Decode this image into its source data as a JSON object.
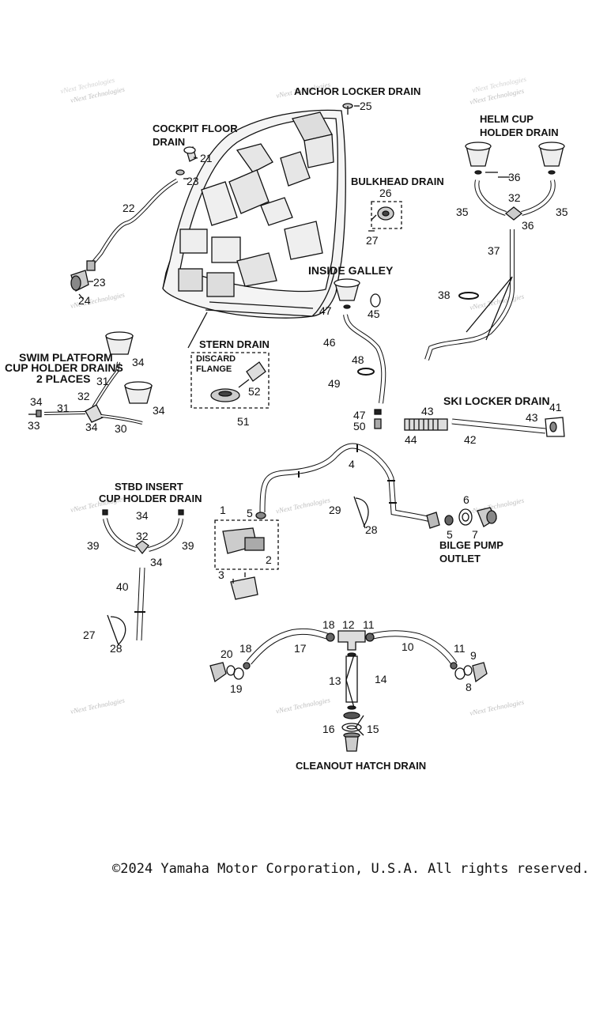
{
  "diagram": {
    "watermark_text": "vNext Technologies",
    "section_labels": {
      "anchor_locker": "ANCHOR LOCKER DRAIN",
      "cockpit_floor_1": "COCKPIT FLOOR",
      "cockpit_floor_2": "DRAIN",
      "helm_cup_1": "HELM CUP",
      "helm_cup_2": "HOLDER DRAIN",
      "bulkhead": "BULKHEAD DRAIN",
      "inside_galley": "INSIDE GALLEY",
      "stern_drain": "STERN DRAIN",
      "discard_1": "DISCARD",
      "discard_2": "FLANGE",
      "swim_platform_1": "SWIM PLATFORM",
      "swim_platform_2": "CUP HOLDER DRAINS",
      "swim_platform_3": "2 PLACES",
      "ski_locker": "SKI LOCKER DRAIN",
      "stbd_insert_1": "STBD INSERT",
      "stbd_insert_2": "CUP HOLDER DRAIN",
      "bilge_pump_1": "BILGE PUMP",
      "bilge_pump_2": "OUTLET",
      "cleanout": "CLEANOUT HATCH DRAIN"
    },
    "callouts": {
      "n25": "25",
      "n21": "21",
      "n23a": "23",
      "n22": "22",
      "n23b": "23",
      "n24": "24",
      "n36a": "36",
      "n32a": "32",
      "n35a": "35",
      "n35b": "35",
      "n36b": "36",
      "n37": "37",
      "n38": "38",
      "n26": "26",
      "n27a": "27",
      "n47a": "47",
      "n45": "45",
      "n46": "46",
      "n48": "48",
      "n49": "49",
      "n47b": "47",
      "n50": "50",
      "n52": "52",
      "n51": "51",
      "n34a": "34",
      "n31a": "31",
      "n34b": "34",
      "n32b": "32",
      "n31b": "31",
      "n33": "33",
      "n34c": "34",
      "n34d": "34",
      "n30": "30",
      "n43a": "43",
      "n41": "41",
      "n43b": "43",
      "n44": "44",
      "n42": "42",
      "n4": "4",
      "n1": "1",
      "n5a": "5",
      "n29": "29",
      "n28a": "28",
      "n6": "6",
      "n5b": "5",
      "n7": "7",
      "n2": "2",
      "n3": "3",
      "n34e": "34",
      "n32c": "32",
      "n39a": "39",
      "n39b": "39",
      "n34f": "34",
      "n40": "40",
      "n27b": "27",
      "n28b": "28",
      "n18a": "18",
      "n12": "12",
      "n11a": "11",
      "n17": "17",
      "n10": "10",
      "n20": "20",
      "n18b": "18",
      "n11b": "11",
      "n9": "9",
      "n19": "19",
      "n8": "8",
      "n13": "13",
      "n14": "14",
      "n16": "16",
      "n15": "15"
    }
  },
  "footer": {
    "copyright": "©2024 Yamaha Motor Corporation, U.S.A. All rights reserved."
  }
}
